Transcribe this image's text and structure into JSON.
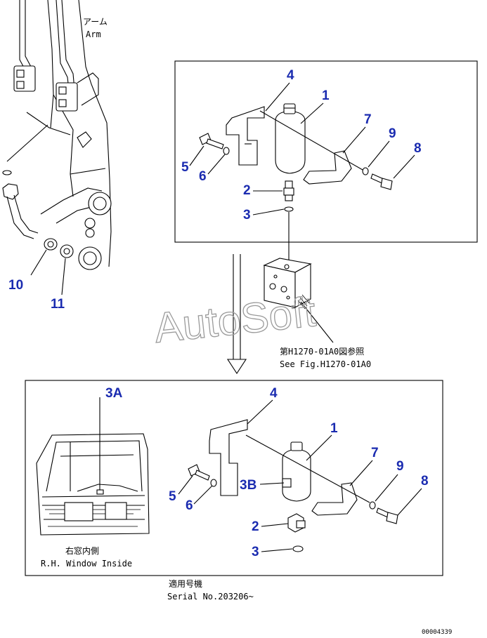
{
  "labels": {
    "arm_jp": "アーム",
    "arm_en": "Arm",
    "see_fig_jp": "第H1270-01A0図参照",
    "see_fig_en": "See Fig.H1270-01A0",
    "window_jp": "右窓内側",
    "window_en": "R.H. Window Inside",
    "serial_jp": "適用号機",
    "serial_en": "Serial No.203206~",
    "watermark": "AutoSoft",
    "drawing_no": "00004339"
  },
  "callouts": {
    "top": [
      "1",
      "2",
      "3",
      "4",
      "5",
      "6",
      "7",
      "8",
      "9"
    ],
    "left": [
      "10",
      "11"
    ],
    "bottom": [
      "1",
      "2",
      "3",
      "3A",
      "3B",
      "4",
      "5",
      "6",
      "7",
      "8",
      "9"
    ]
  },
  "colors": {
    "callout": "#1a2bb0",
    "line": "#000000",
    "watermark": "#9a9a9a"
  }
}
